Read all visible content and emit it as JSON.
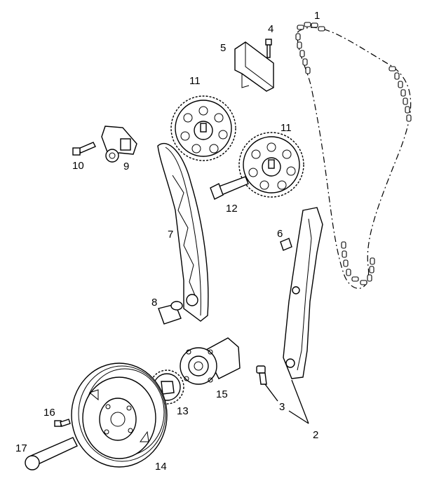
{
  "labels": {
    "l1": "1",
    "l2": "2",
    "l3": "3",
    "l4": "4",
    "l5": "5",
    "l6": "6",
    "l7": "7",
    "l8": "8",
    "l9": "9",
    "l10": "10",
    "l11a": "11",
    "l11b": "11",
    "l12": "12",
    "l13": "13",
    "l14": "14",
    "l15": "15",
    "l16": "16",
    "l17": "17"
  }
}
